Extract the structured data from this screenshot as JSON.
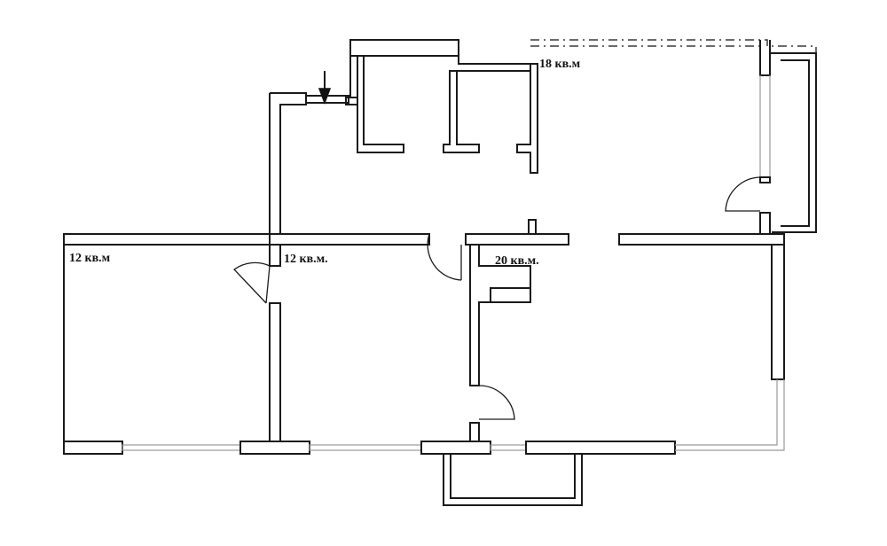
{
  "rooms": [
    {
      "id": "room-left",
      "area_label": "12 кв.м"
    },
    {
      "id": "room-middle",
      "area_label": "12 кв.м."
    },
    {
      "id": "room-right",
      "area_label": "20 кв.м."
    },
    {
      "id": "room-top-right",
      "area_label": "18 кв.м"
    }
  ],
  "colors": {
    "wall": "#1a1a1a",
    "window": "#9a9a9a",
    "background": "#ffffff"
  }
}
